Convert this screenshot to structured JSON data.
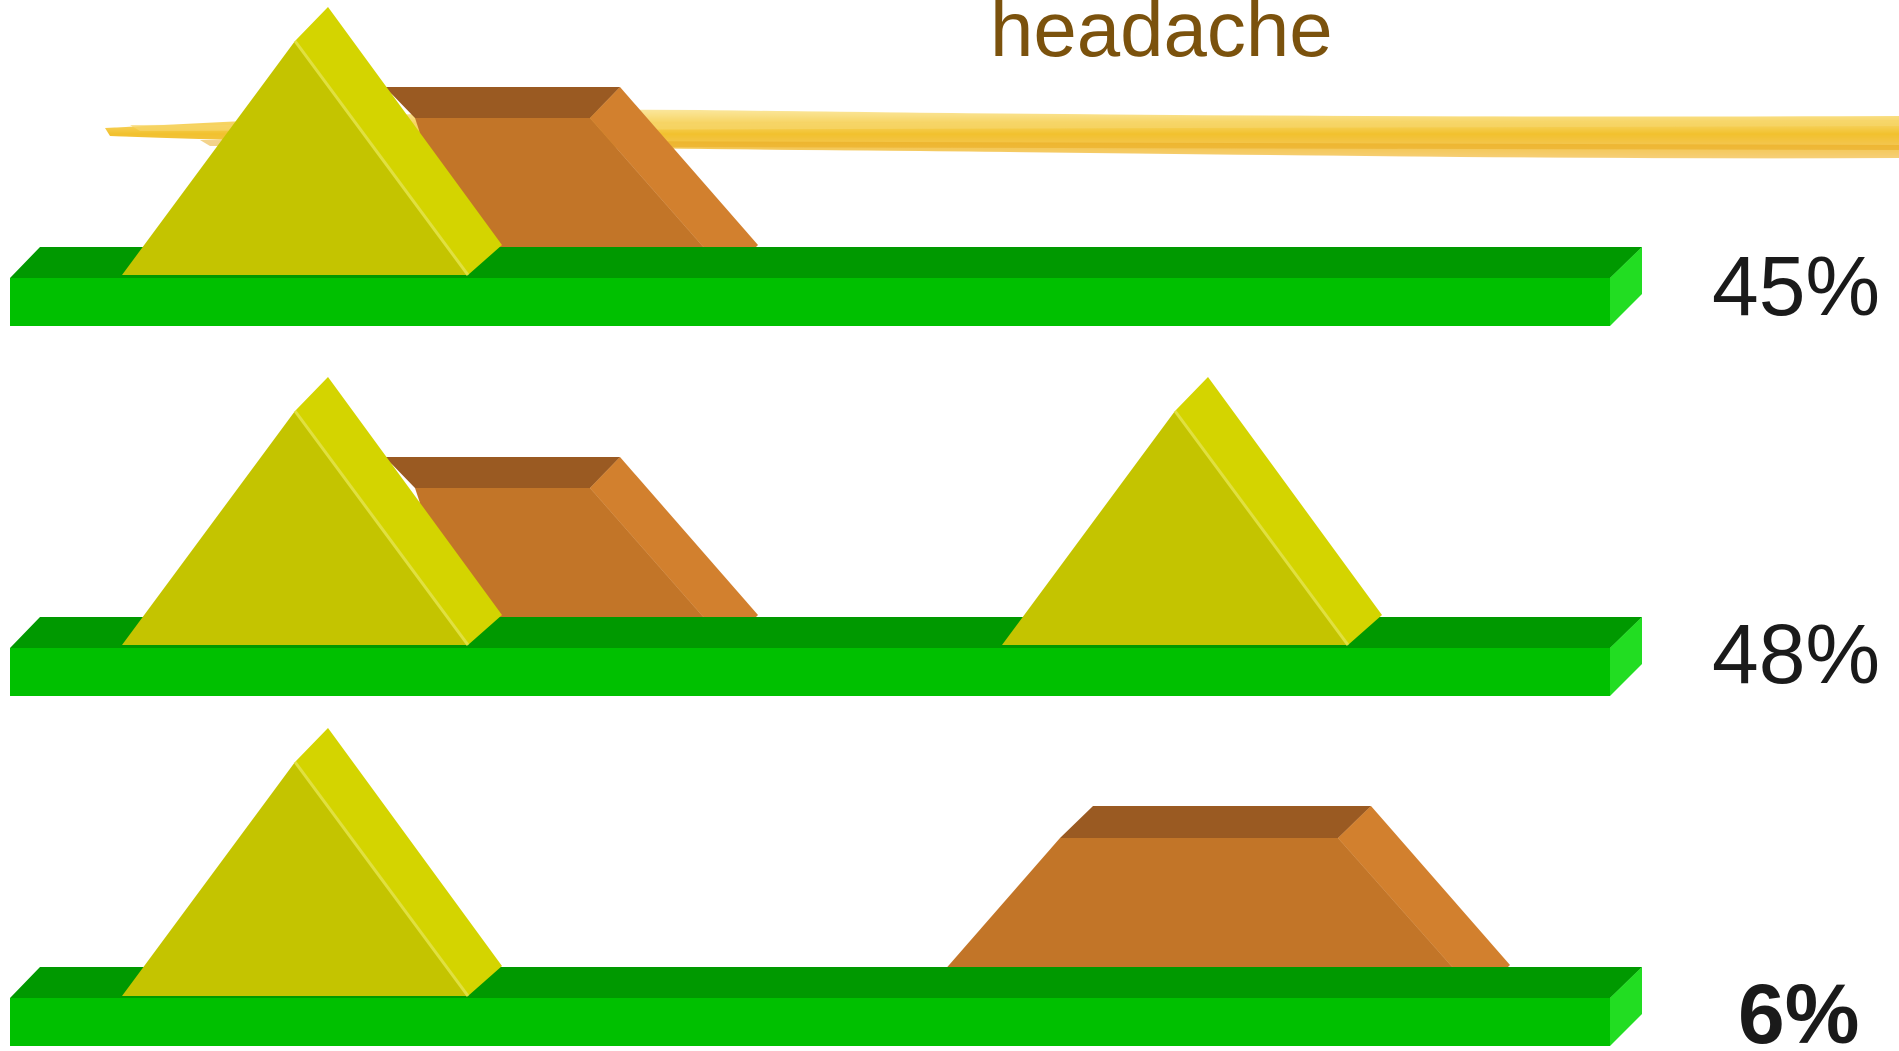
{
  "title": "headache",
  "rows": [
    {
      "label": "45%",
      "pyramids": [
        "pyramid",
        "trapezoid"
      ]
    },
    {
      "label": "48%",
      "pyramids": [
        "pyramid",
        "trapezoid",
        "pyramid"
      ]
    },
    {
      "label": "6%",
      "pyramids": [
        "pyramid",
        "trapezoid"
      ]
    }
  ],
  "colors": {
    "bar_top": "#009900",
    "bar_front": "#00c000",
    "bar_end": "#22dd22",
    "pyramid_face": "#c4c400",
    "pyramid_side": "#d4d400",
    "pyramid_edge": "#e0e040",
    "trap_face": "#c27528",
    "trap_top": "#9a5a22",
    "trap_side": "#d2802e",
    "brush": "#f2c12e",
    "title": "#7b520d"
  }
}
